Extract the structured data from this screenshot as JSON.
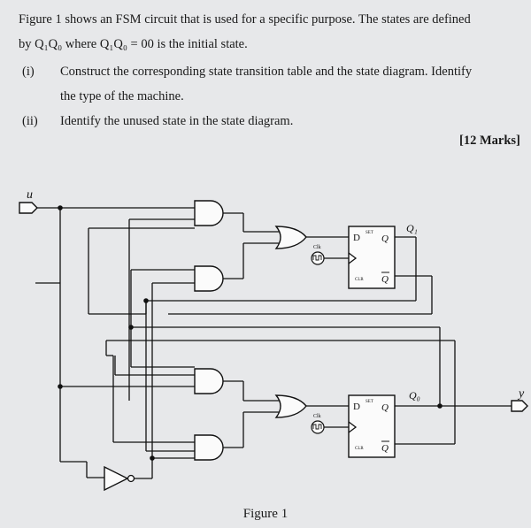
{
  "question": {
    "intro_line1": "Figure 1 shows an FSM circuit that is used for a specific purpose. The states are defined",
    "intro_line2": "by Q₁Q₀ where Q₁Q₀ = 00 is the initial state.",
    "part_i_marker": "(i)",
    "part_i_line1": "Construct the corresponding state transition table and the state diagram. Identify",
    "part_i_line2": "the type of the machine.",
    "part_ii_marker": "(ii)",
    "part_ii_line1": "Identify the unused state in the state diagram.",
    "marks": "[12 Marks]"
  },
  "circuit": {
    "input_label": "u",
    "output_label": "y",
    "ff1": {
      "d_label": "D",
      "set_label": "SET",
      "clr_label": "CLR",
      "q_label": "Q",
      "qbar_label": "Q",
      "output_name": "Q₁",
      "clk_label": "Clk"
    },
    "ff0": {
      "d_label": "D",
      "set_label": "SET",
      "clr_label": "CLR",
      "q_label": "Q",
      "qbar_label": "Q",
      "output_name": "Q₀",
      "clk_label": "Clk"
    }
  },
  "figure_caption": "Figure 1"
}
